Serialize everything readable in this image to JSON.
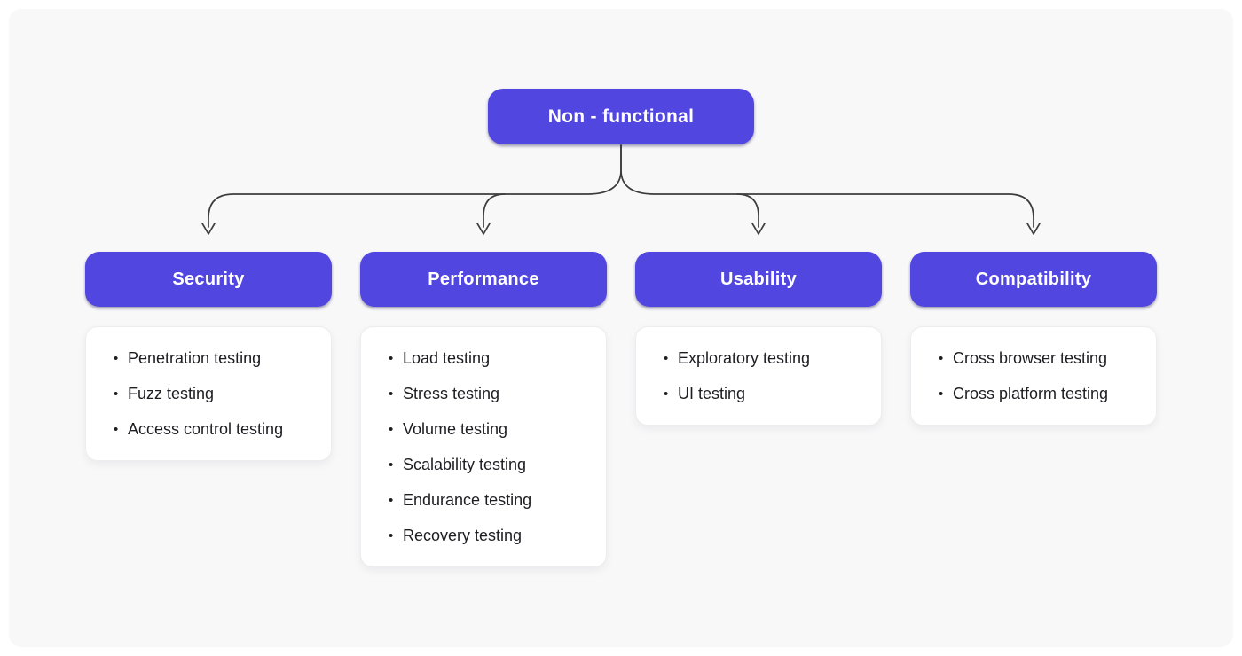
{
  "diagram": {
    "bullet": "•",
    "root": {
      "label": "Non - functional"
    },
    "branches": [
      {
        "label": "Security",
        "items": [
          "Penetration testing",
          "Fuzz testing",
          "Access control testing"
        ]
      },
      {
        "label": "Performance",
        "items": [
          "Load testing",
          "Stress testing",
          "Volume testing",
          "Scalability testing",
          "Endurance testing",
          "Recovery testing"
        ]
      },
      {
        "label": "Usability",
        "items": [
          "Exploratory testing",
          "UI testing"
        ]
      },
      {
        "label": "Compatibility",
        "items": [
          "Cross browser testing",
          "Cross platform testing"
        ]
      }
    ],
    "colors": {
      "node_fill": "#5246e0",
      "node_text": "#ffffff",
      "card_bg": "#ffffff",
      "canvas_bg": "#f8f8f9",
      "connector": "#3d3d3d",
      "item_text": "#1d1d22"
    }
  }
}
